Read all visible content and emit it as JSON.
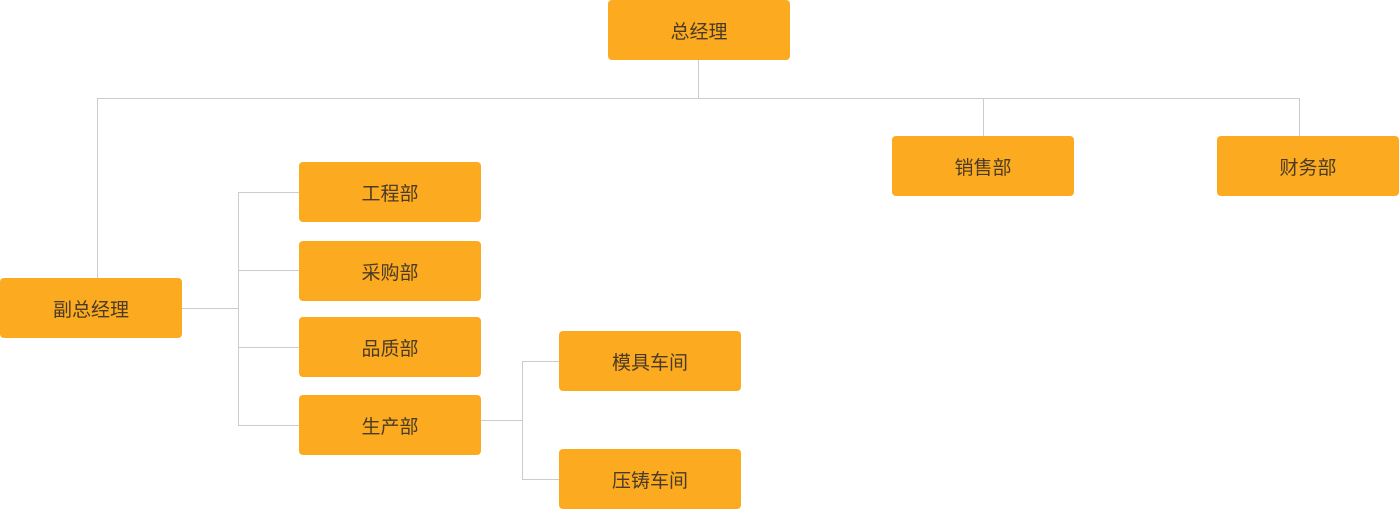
{
  "chart_data": {
    "type": "org-chart",
    "title": "",
    "nodes": [
      {
        "id": "gm",
        "label": "总经理",
        "parent": null
      },
      {
        "id": "vgm",
        "label": "副总经理",
        "parent": "gm"
      },
      {
        "id": "sales",
        "label": "销售部",
        "parent": "gm"
      },
      {
        "id": "finance",
        "label": "财务部",
        "parent": "gm"
      },
      {
        "id": "eng",
        "label": "工程部",
        "parent": "vgm"
      },
      {
        "id": "purchase",
        "label": "采购部",
        "parent": "vgm"
      },
      {
        "id": "quality",
        "label": "品质部",
        "parent": "vgm"
      },
      {
        "id": "production",
        "label": "生产部",
        "parent": "vgm"
      },
      {
        "id": "mold",
        "label": "模具车间",
        "parent": "production"
      },
      {
        "id": "diecast",
        "label": "压铸车间",
        "parent": "production"
      }
    ]
  },
  "colors": {
    "node_fill": "#fcaa1f",
    "node_text": "#4a3b26",
    "connector": "#cccccc"
  },
  "labels": {
    "gm": "总经理",
    "vgm": "副总经理",
    "sales": "销售部",
    "finance": "财务部",
    "eng": "工程部",
    "purchase": "采购部",
    "quality": "品质部",
    "production": "生产部",
    "mold": "模具车间",
    "diecast": "压铸车间"
  }
}
